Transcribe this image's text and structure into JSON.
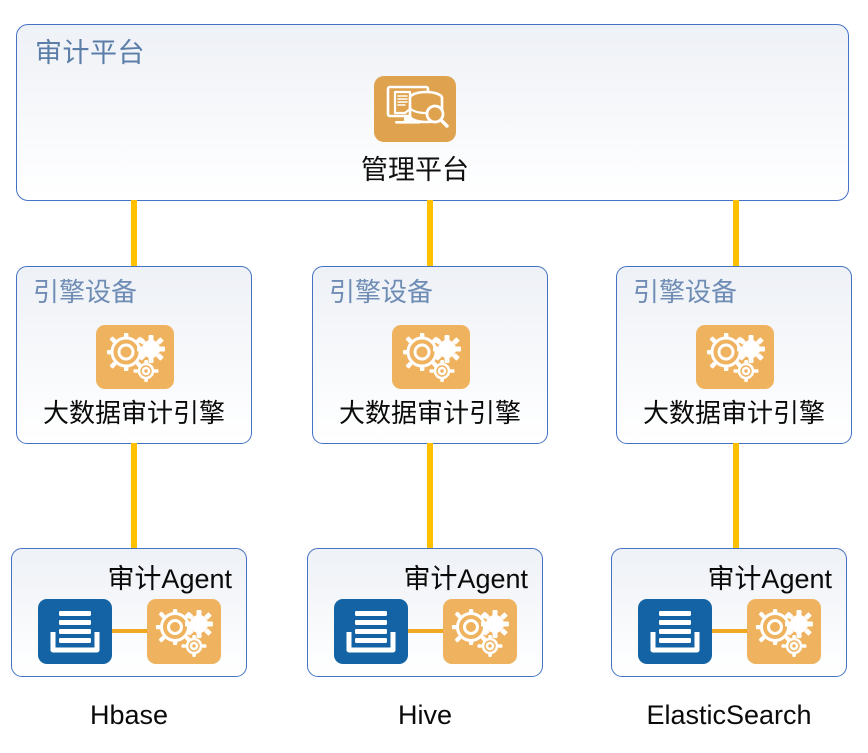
{
  "diagram": {
    "title": "审计平台",
    "platform": {
      "label": "审计平台",
      "node": {
        "caption": "管理平台",
        "icon": "monitor-document-database-search-icon"
      }
    },
    "columns": [
      {
        "engine": {
          "header": "引擎设备",
          "caption": "大数据审计引擎",
          "icon": "gears-icon"
        },
        "agent": {
          "title": "审计Agent",
          "data_icon": "document-stack-icon",
          "engine_icon": "gears-icon"
        },
        "store_label": "Hbase"
      },
      {
        "engine": {
          "header": "引擎设备",
          "caption": "大数据审计引擎",
          "icon": "gears-icon"
        },
        "agent": {
          "title": "审计Agent",
          "data_icon": "document-stack-icon",
          "engine_icon": "gears-icon"
        },
        "store_label": "Hive"
      },
      {
        "engine": {
          "header": "引擎设备",
          "caption": "大数据审计引擎",
          "icon": "gears-icon"
        },
        "agent": {
          "title": "审计Agent",
          "data_icon": "document-stack-icon",
          "engine_icon": "gears-icon"
        },
        "store_label": "ElasticSearch"
      }
    ],
    "colors": {
      "panel_border": "#4472C4",
      "panel_title": "#5B7EA8",
      "connector": "#FFC000",
      "icon_orange": "#EFB25E",
      "icon_orange_dark": "#DFA350",
      "icon_blue": "#1464A5",
      "text": "#0a0a0a"
    }
  }
}
